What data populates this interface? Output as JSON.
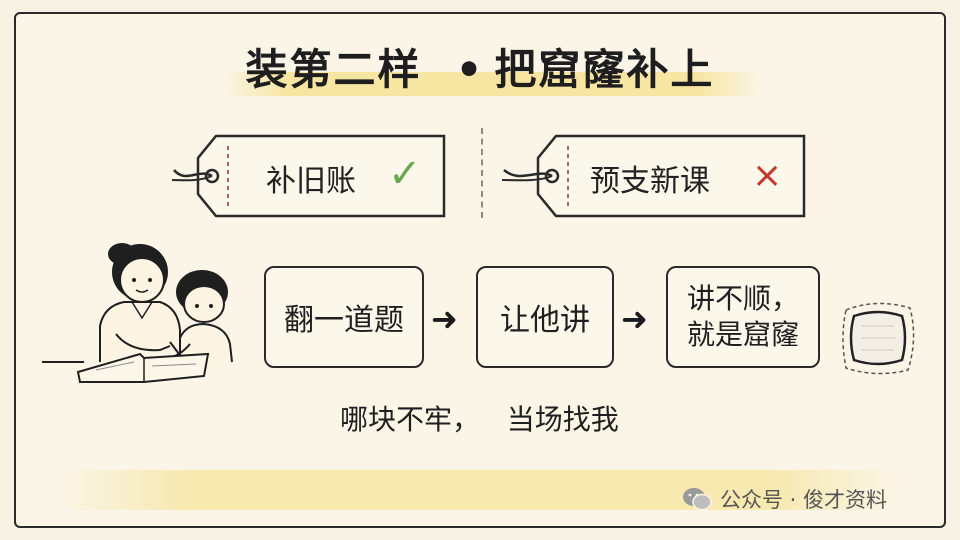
{
  "slide": {
    "title_left": "装第二样",
    "title_bullet": "•",
    "title_right": "把窟窿补上"
  },
  "tags": [
    {
      "label": "补旧账",
      "mark": "✓",
      "meaning": "do"
    },
    {
      "label": "预支新课",
      "mark": "×",
      "meaning": "dont"
    }
  ],
  "steps": [
    {
      "line1": "翻一道题"
    },
    {
      "line1": "让他讲"
    },
    {
      "line1": "讲不顺，",
      "line2": "就是窟窿"
    }
  ],
  "arrow_glyph": "➜",
  "slogan": "哪块不牢，   当场找我",
  "watermark": "公众号 · 俊才资料",
  "colors": {
    "check": "#6aa84f",
    "cross": "#c0392b",
    "highlight": "#f6e18c"
  }
}
